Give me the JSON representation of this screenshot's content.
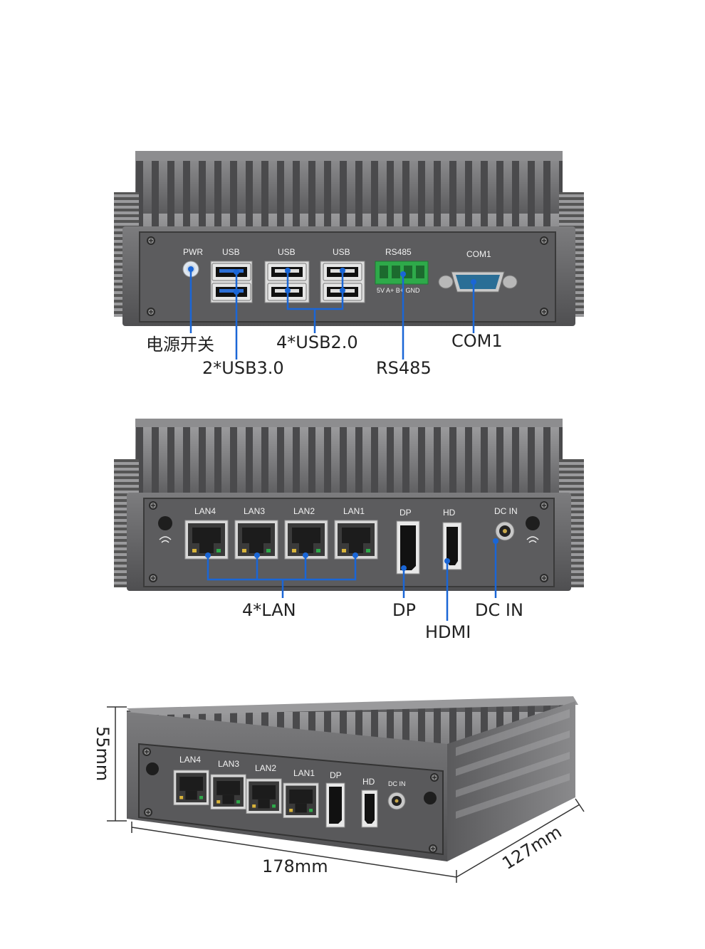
{
  "top_view": {
    "panel_labels": {
      "pwr": "PWR",
      "usb3": "USB",
      "usb2a": "USB",
      "usb2b": "USB",
      "rs485": "RS485",
      "rs485_pins": "5V  A+  B+  GND",
      "com1": "COM1"
    },
    "callouts": {
      "power": "电源开关",
      "usb3": "2*USB3.0",
      "usb2": "4*USB2.0",
      "rs485": "RS485",
      "com1": "COM1"
    }
  },
  "middle_view": {
    "panel_labels": {
      "lan4": "LAN4",
      "lan3": "LAN3",
      "lan2": "LAN2",
      "lan1": "LAN1",
      "dp": "DP",
      "hd": "HD",
      "dcin": "DC  IN"
    },
    "callouts": {
      "lan": "4*LAN",
      "dp": "DP",
      "hdmi": "HDMI",
      "dcin": "DC IN"
    }
  },
  "bottom_view": {
    "panel_labels": {
      "lan4": "LAN4",
      "lan3": "LAN3",
      "lan2": "LAN2",
      "lan1": "LAN1",
      "dp": "DP",
      "hd": "HD",
      "dcin": "DC IN"
    },
    "dimensions": {
      "height": "55mm",
      "width": "178mm",
      "depth": "127mm"
    }
  },
  "colors": {
    "callout_line": "#1a66d6",
    "chassis": "#6e6e70",
    "panel": "#5a5a5c",
    "terminal": "#2eaa4a",
    "com_port": "#2a6e96"
  }
}
